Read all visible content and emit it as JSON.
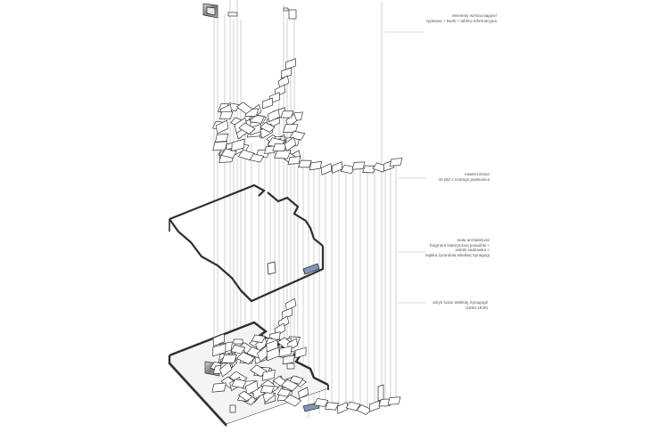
{
  "annotations": [
    {
      "lines": [
        "elementy wzmacniające/",
        "wystawa + ławki + tablica informacyjna"
      ]
    },
    {
      "lines": [
        "nawierzchnia/",
        "40 płyt z szarego piaskowca"
      ]
    },
    {
      "lines": [
        "mała architektura/",
        "fragment historycznej posadzki +",
        "widoki sadzawka +",
        "replika żyrandola Wielkiej Synagogi"
      ]
    },
    {
      "lines": [
        "obrys ścian Wielkiej Synagogi/",
        "(1863-1939)"
      ]
    }
  ],
  "colors": {
    "ink": "#2f2f2f",
    "thin_line": "#9a9a9a",
    "text": "#555555",
    "slab_fill": "#f4f4f4",
    "accent": "#7f95b8"
  }
}
